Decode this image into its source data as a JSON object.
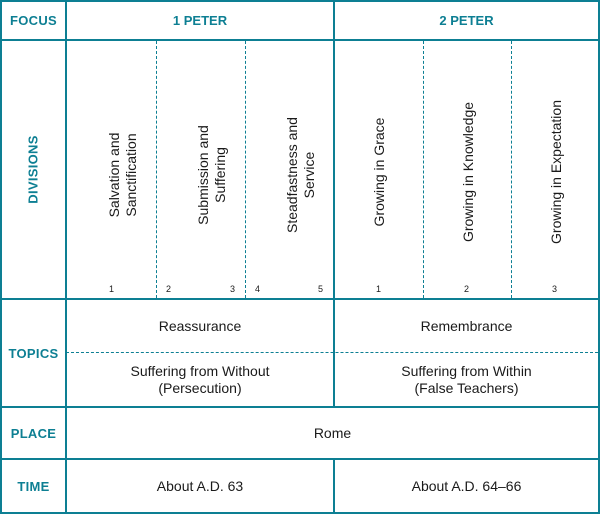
{
  "labels": {
    "focus": "FOCUS",
    "divisions": "DIVISIONS",
    "topics": "TOPICS",
    "place": "PLACE",
    "time": "TIME"
  },
  "focus": {
    "peter1": "1 PETER",
    "peter2": "2 PETER"
  },
  "divisions": [
    {
      "text": "Salvation and\nSanctification",
      "nums": [
        "1"
      ]
    },
    {
      "text": "Submission and\nSuffering",
      "nums": [
        "2",
        "3"
      ]
    },
    {
      "text": "Steadfastness and\nService",
      "nums": [
        "4",
        "5"
      ]
    },
    {
      "text": "Growing in Grace",
      "nums": [
        "1"
      ]
    },
    {
      "text": "Growing in Knowledge",
      "nums": [
        "2"
      ]
    },
    {
      "text": "Growing in Expectation",
      "nums": [
        "3"
      ]
    }
  ],
  "topics": {
    "row1_left": "Reassurance",
    "row1_right": "Remembrance",
    "row2_left": "Suffering from Without\n(Persecution)",
    "row2_right": "Suffering from Within\n(False Teachers)"
  },
  "place": "Rome",
  "time": {
    "left": "About A.D. 63",
    "right": "About A.D. 64–66"
  },
  "colors": {
    "accent": "#0d7f93",
    "text": "#1a1a1a"
  }
}
